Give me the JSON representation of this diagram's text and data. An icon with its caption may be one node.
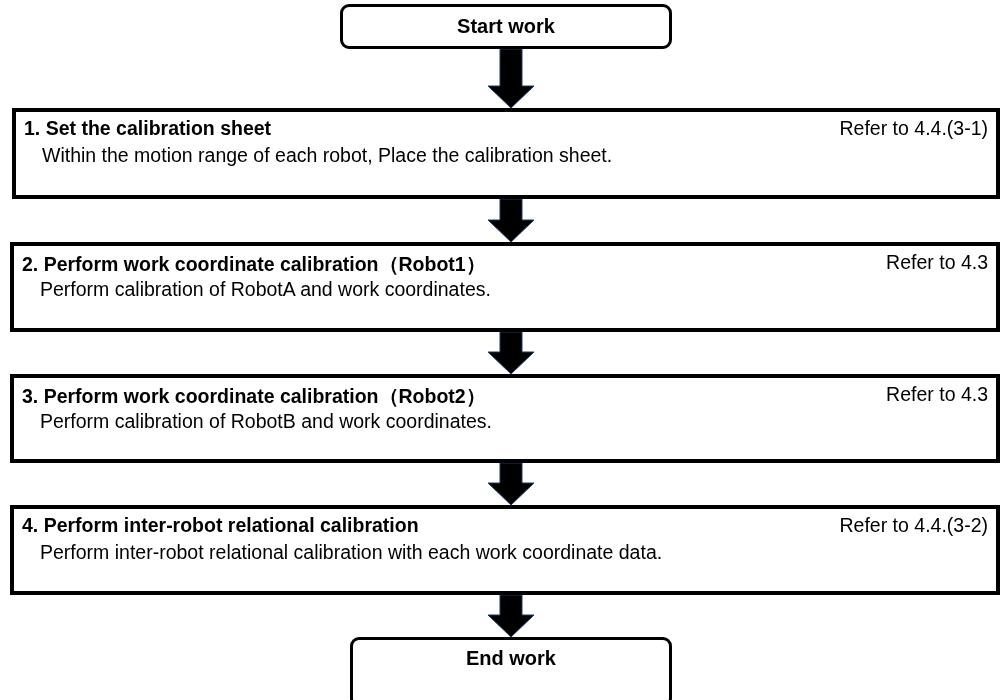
{
  "diagram": {
    "nodes": [
      {
        "text": [
          "Start work"
        ]
      },
      {
        "text": [
          "1. Set the calibration sheet",
          "Refer to 4.4.(3-1)",
          "Within the motion range of each robot, Place the calibration sheet."
        ]
      },
      {
        "text": [
          "2. Perform work coordinate calibration（Robot1）",
          "Refer to 4.3",
          "Perform calibration of RobotA and work coordinates."
        ]
      },
      {
        "text": [
          "3. Perform work coordinate calibration（Robot2）",
          "Refer to 4.3",
          "Perform calibration of RobotB and work coordinates."
        ]
      },
      {
        "text": [
          "4. Perform inter-robot relational calibration",
          "Refer to 4.4.(3-2)",
          "Perform inter-robot relational calibration with each work coordinate data."
        ]
      },
      {
        "text": [
          "End work"
        ]
      }
    ],
    "edges": [
      {
        "from": 0,
        "to": 1,
        "arrow": "to"
      },
      {
        "from": 1,
        "to": 2,
        "arrow": "to"
      },
      {
        "from": 2,
        "to": 3,
        "arrow": "to"
      },
      {
        "from": 3,
        "to": 4,
        "arrow": "to"
      },
      {
        "from": 4,
        "to": 5,
        "arrow": "to"
      }
    ]
  }
}
